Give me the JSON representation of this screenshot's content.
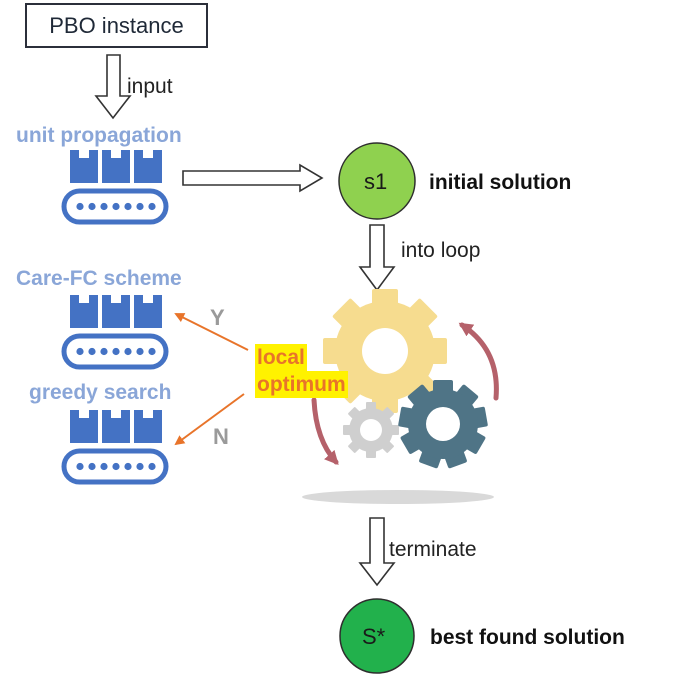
{
  "input_box": {
    "label": "PBO instance"
  },
  "edges": {
    "input": "input",
    "into_loop": "into loop",
    "terminate": "terminate",
    "yes": "Y",
    "no": "N"
  },
  "modules": {
    "unit_propagation": "unit propagation",
    "care_fc": "Care-FC scheme",
    "greedy": "greedy search"
  },
  "nodes": {
    "initial": {
      "symbol": "s1",
      "label": "initial solution"
    },
    "best": {
      "symbol": "S*",
      "label": "best found solution"
    }
  },
  "local_optimum": {
    "line1": "local",
    "line2": "optimum"
  },
  "colors": {
    "module_blue": "#4472c4",
    "module_title": "#8aa6d8",
    "initial_node": "#8fd14f",
    "best_node": "#22b14c",
    "branch_arrow": "#e8742a",
    "highlight": "#fff200",
    "gear_yellow": "#f6dc8f",
    "gear_dark": "#4f7486",
    "gear_grey": "#cfcfcf",
    "loop_arrow": "#b5616a"
  }
}
